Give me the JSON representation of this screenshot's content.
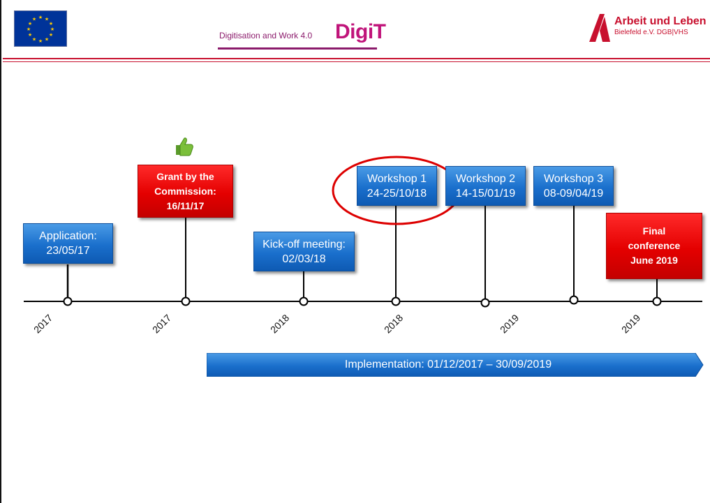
{
  "header": {
    "eu_flag_icon": "eu-flag-icon",
    "digit_small": "Digitisation and Work 4.0",
    "digit_big": "DigiT",
    "aul_title": "Arbeit und Leben",
    "aul_subtitle": "Bielefeld e.V. DGB|VHS"
  },
  "colors": {
    "accent_red": "#c8102e",
    "digit_magenta": "#c0147a",
    "box_blue": "#1a6fcc",
    "box_red": "#e40000"
  },
  "milestones": [
    {
      "lines": [
        "Application:",
        "23/05/17"
      ],
      "style": "blue"
    },
    {
      "lines": [
        "Grant by the",
        "Commission:",
        "16/11/17"
      ],
      "style": "red"
    },
    {
      "lines": [
        "Kick-off meeting:",
        "02/03/18"
      ],
      "style": "blue"
    },
    {
      "lines": [
        "Workshop 1",
        "24-25/10/18"
      ],
      "style": "blue",
      "highlighted": true
    },
    {
      "lines": [
        "Workshop 2",
        "14-15/01/19"
      ],
      "style": "blue"
    },
    {
      "lines": [
        "Workshop 3",
        "08-09/04/19"
      ],
      "style": "blue"
    },
    {
      "lines": [
        "Final",
        "conference",
        "June 2019"
      ],
      "style": "red"
    }
  ],
  "years": [
    "2017",
    "2017",
    "2018",
    "2018",
    "2019",
    "2019"
  ],
  "implementation": "Implementation: 01/12/2017 – 30/09/2019",
  "thumb_icon": "thumbs-up-icon"
}
